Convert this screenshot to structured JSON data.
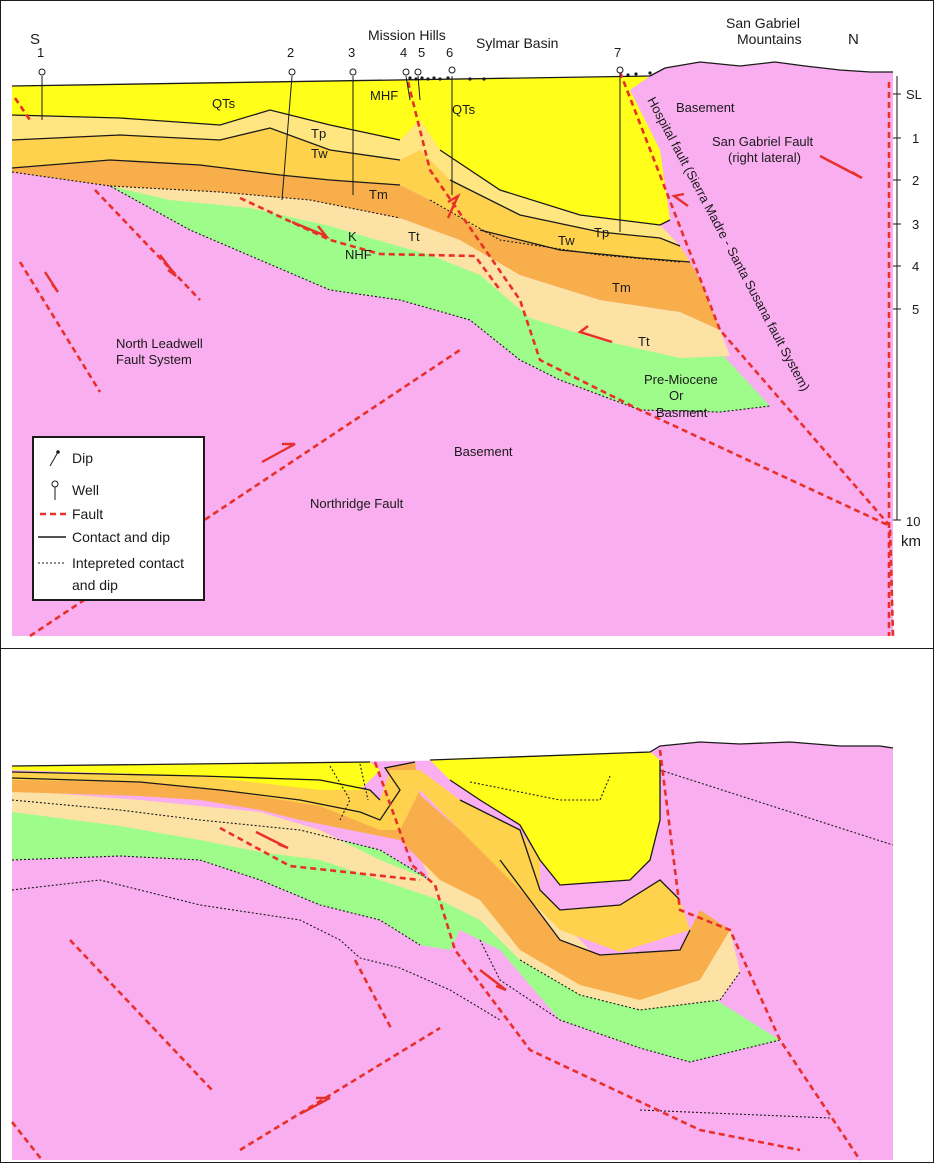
{
  "colors": {
    "basement": "#f9aef0",
    "qts": "#ffff1a",
    "tp": "#ffe680",
    "tw": "#ffd24d",
    "tm": "#f8ae4b",
    "tt": "#fde2a5",
    "k": "#9dfc8a",
    "fault": "#e8302a",
    "frame": "#1a1a1a"
  },
  "top_panel": {
    "title_labels": {
      "south": "S",
      "north": "N",
      "mission_hills": "Mission Hills",
      "sylmar_basin": "Sylmar Basin",
      "san_gabriel_mountains_1": "San Gabriel",
      "san_gabriel_mountains_2": "Mountains"
    },
    "wells": [
      "1",
      "2",
      "3",
      "4",
      "5",
      "6",
      "7"
    ],
    "depth_scale": {
      "sl": "SL",
      "ticks": [
        "1",
        "2",
        "3",
        "4",
        "5"
      ],
      "ten": "10",
      "unit": "km"
    },
    "unit_labels": {
      "qts_left": "QTs",
      "qts_right": "QTs",
      "tp_left": "Tp",
      "tw_left": "Tw",
      "tm_left": "Tm",
      "k": "K",
      "nhf": "NHF",
      "tt_left": "Tt",
      "mhf": "MHF",
      "tp_right": "Tp",
      "tw_right": "Tw",
      "tm_right": "Tm",
      "tt_right": "Tt",
      "pre_miocene_1": "Pre-Miocene",
      "pre_miocene_2": "Or",
      "pre_miocene_3": "Basment",
      "basement_upper": "Basement",
      "basement_lower": "Basement",
      "san_gabriel_fault_1": "San Gabriel Fault",
      "san_gabriel_fault_2": "(right lateral)",
      "hospital_fault": "Hospital fault (Sierra Madre - Santa Susana fault System)",
      "north_leadwell_1": "North Leadwell",
      "north_leadwell_2": "Fault System",
      "northridge_fault": "Northridge Fault"
    },
    "legend": [
      {
        "symbol": "dip-icon",
        "label": "Dip"
      },
      {
        "symbol": "well-icon",
        "label": "Well"
      },
      {
        "symbol": "fault-line",
        "label": "Fault"
      },
      {
        "symbol": "contact-line",
        "label": "Contact and dip"
      },
      {
        "symbol": "interpreted-line",
        "label": "Intepreted contact",
        "label2": "and dip"
      }
    ]
  }
}
